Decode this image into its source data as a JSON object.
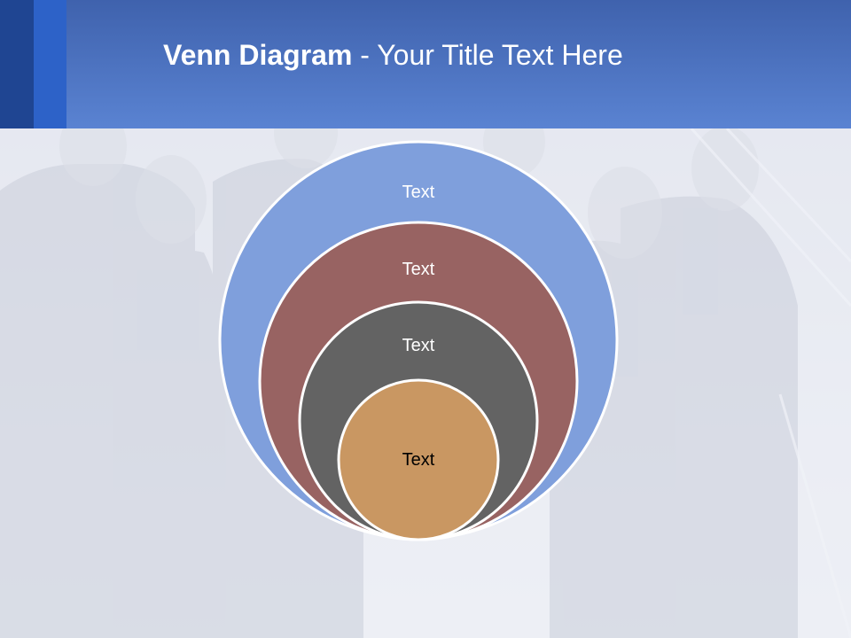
{
  "slide": {
    "title_bold": "Venn Diagram",
    "title_rest": " - Your Title Text Here"
  },
  "diagram": {
    "rings": [
      {
        "label": "Text",
        "color": "#7f9fdc",
        "text_color": "#ffffff"
      },
      {
        "label": "Text",
        "color": "#986362",
        "text_color": "#ffffff"
      },
      {
        "label": "Text",
        "color": "#636363",
        "text_color": "#ffffff"
      },
      {
        "label": "Text",
        "color": "#c99762",
        "text_color": "#000000"
      }
    ],
    "outline_color": "#ffffff"
  },
  "theme": {
    "header_color": "#5a83d2",
    "accent_dark": "#1f4592",
    "accent_mid": "#2d62c8"
  }
}
